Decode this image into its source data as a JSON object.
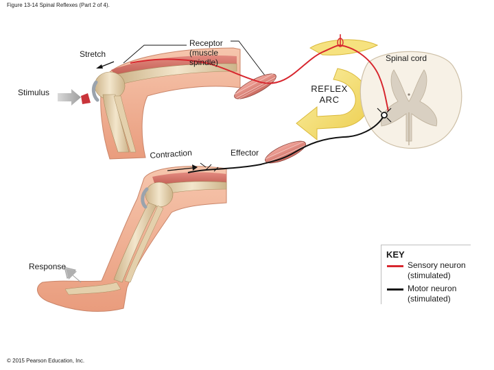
{
  "caption": "Figure 13-14 Spinal Reflexes (Part 2 of 4).",
  "copyright": "© 2015 Pearson Education, Inc.",
  "labels": {
    "stretch": "Stretch",
    "receptor": "Receptor\n(muscle\nspindle)",
    "spinal_cord": "Spinal cord",
    "stimulus": "Stimulus",
    "reflex_arc": "REFLEX\nARC",
    "contraction": "Contraction",
    "effector": "Effector",
    "response": "Response"
  },
  "key": {
    "title": "KEY",
    "items": [
      {
        "label": "Sensory neuron\n(stimulated)",
        "color": "#d7262e"
      },
      {
        "label": "Motor neuron\n(stimulated)",
        "color": "#111111"
      }
    ]
  },
  "colors": {
    "sensory": "#d7262e",
    "motor": "#111111",
    "reflex_arrow": "#f3df74",
    "skin": "#f2b598",
    "bone": "#e8d6b5",
    "muscle": "#d27066"
  }
}
